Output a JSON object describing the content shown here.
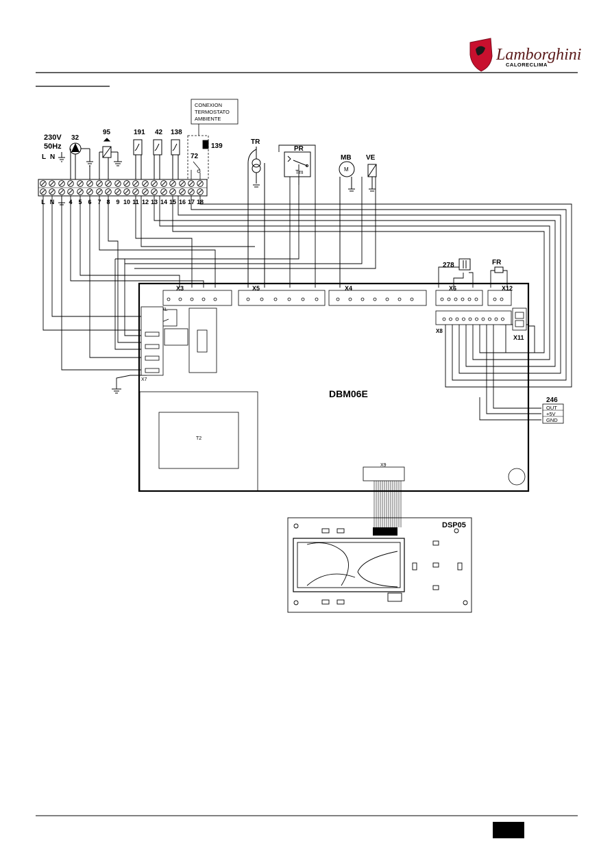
{
  "header": {
    "brand": "Lamborghini",
    "brand_sub": "CALORECLIMA"
  },
  "supply": {
    "voltage": "230V",
    "freq": "50Hz",
    "L": "L",
    "N": "N"
  },
  "terminal_bottom_labels": [
    "L",
    "N",
    "4",
    "5",
    "6",
    "7",
    "8",
    "9",
    "10",
    "11",
    "12",
    "13",
    "14",
    "15",
    "16",
    "17",
    "18"
  ],
  "terminal_top_labels": [
    "L",
    "N"
  ],
  "components": {
    "c32": "32",
    "c95": "95",
    "c191": "191",
    "c42": "42",
    "c138": "138",
    "c139": "139",
    "c72": "72",
    "TR": "TR",
    "PR": "PR",
    "PR_inner": "Tm",
    "MB": "MB",
    "MB_inner": "M",
    "VE": "VE",
    "c278": "278",
    "FR": "FR",
    "c246": "246"
  },
  "thermostat_box": {
    "line1": "CONEXION",
    "line2": "TERMOSTATO",
    "line3": "AMBIENTE"
  },
  "board": {
    "name": "DBM06E",
    "connectors": {
      "X3": "X3",
      "X5": "X5",
      "X4": "X4",
      "X6": "X6",
      "X12": "X12",
      "X8": "X8",
      "X11": "X11",
      "X7": "X7",
      "X9": "X9",
      "XL": "XL",
      "T2": "T2"
    }
  },
  "sensor_246": {
    "out": "OUT",
    "v5": "+5V",
    "gnd": "GND"
  },
  "display_board": {
    "name": "DSP05"
  }
}
